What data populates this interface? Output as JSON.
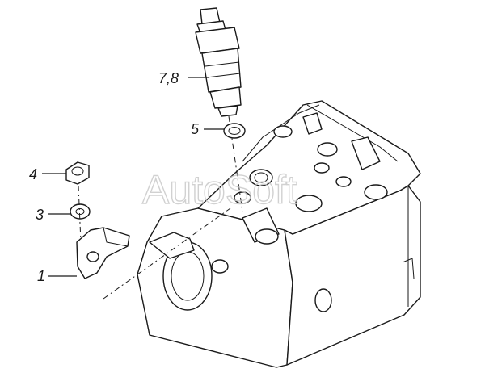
{
  "watermark": "AutoSoft",
  "callouts": [
    {
      "id": "injector",
      "label": "7,8"
    },
    {
      "id": "washer-seal",
      "label": "5"
    },
    {
      "id": "nut",
      "label": "4"
    },
    {
      "id": "washer",
      "label": "3"
    },
    {
      "id": "clamp",
      "label": "1"
    }
  ]
}
